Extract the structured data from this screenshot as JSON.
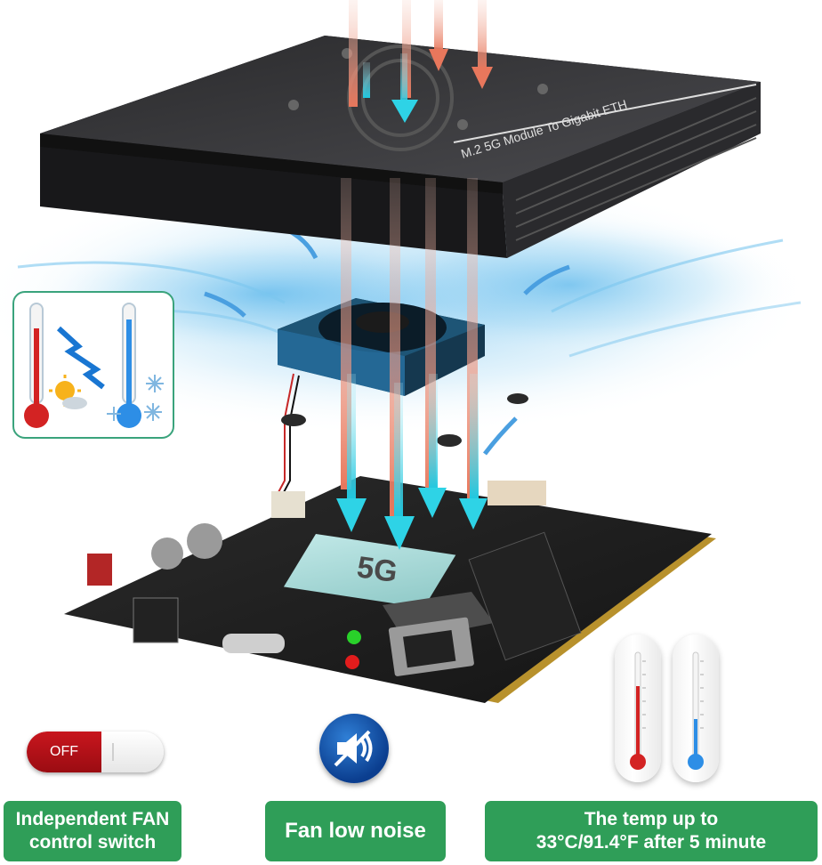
{
  "product": {
    "board_chip_label": "5G",
    "heatsink_engraving": "M.2 5G Module To Gigabit ETH"
  },
  "toggle": {
    "state_label": "OFF"
  },
  "features": [
    {
      "line1": "Independent FAN",
      "line2": "control switch"
    },
    {
      "line1": "Fan low noise"
    },
    {
      "line1": "The temp up to",
      "line2": "33°C/91.4°F after 5 minute"
    }
  ],
  "colors": {
    "label_green": "#2f9e58",
    "heat_arrow": "#e8775c",
    "cool_arrow": "#2ed3e6",
    "toggle_red": "#c8161e"
  },
  "icons": {
    "temperature": "hot-cold-thermometers-icon",
    "speaker": "speaker-muted-icon",
    "hot_thermometer": "hot-thermometer-icon",
    "cold_thermometer": "cold-thermometer-icon"
  }
}
